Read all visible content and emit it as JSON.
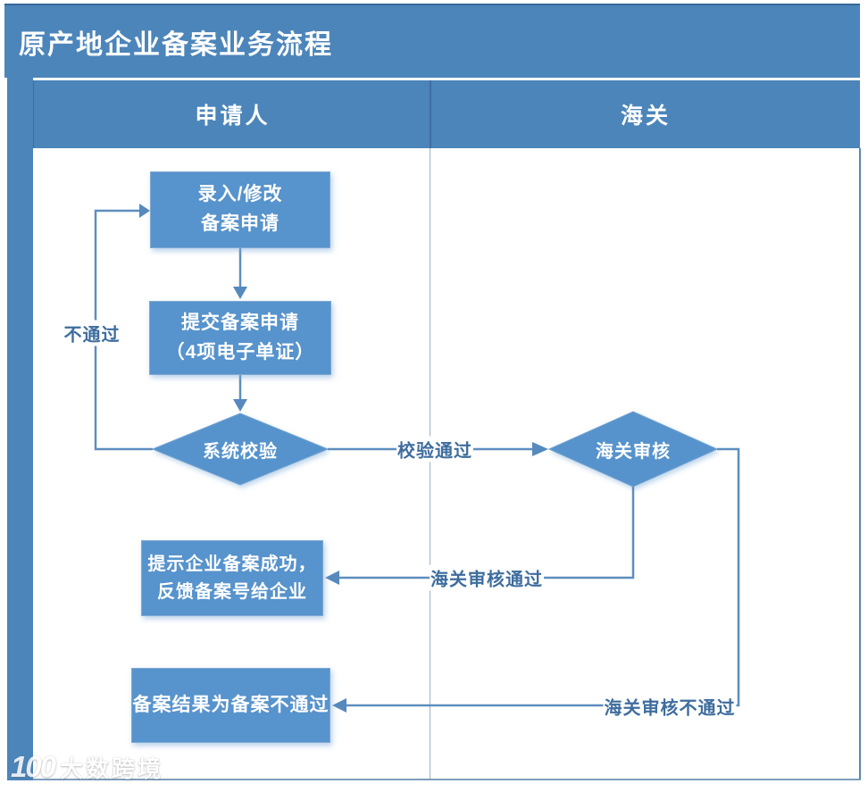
{
  "title": "原产地企业备案业务流程",
  "lanes": {
    "applicant": "申请人",
    "customs": "海关"
  },
  "nodes": {
    "entry": {
      "line1": "录入/修改",
      "line2": "备案申请"
    },
    "submit": {
      "line1": "提交备案申请",
      "line2": "（4项电子单证）"
    },
    "sys_check": {
      "label": "系统校验"
    },
    "customs_review": {
      "label": "海关审核"
    },
    "success": {
      "line1": "提示企业备案成功，",
      "line2": "反馈备案号给企业"
    },
    "failure": {
      "label": "备案结果为备案不通过"
    }
  },
  "edges": {
    "not_pass": "不通过",
    "check_pass": "校验通过",
    "review_pass": "海关审核通过",
    "review_fail": "海关审核不通过"
  },
  "watermark": {
    "logo": "100",
    "text": "大数跨境"
  },
  "colors": {
    "band_blue": "#4C85BA",
    "node_fill": "#5793CC",
    "node_border": "#7FA9D4",
    "connector": "#5E8EBE",
    "edge_label_text": "#3E6D9E",
    "divider_dark": "#3E6E9F",
    "divider_light": "#9AB3CB",
    "text_on_blue": "#FFFFFF"
  }
}
